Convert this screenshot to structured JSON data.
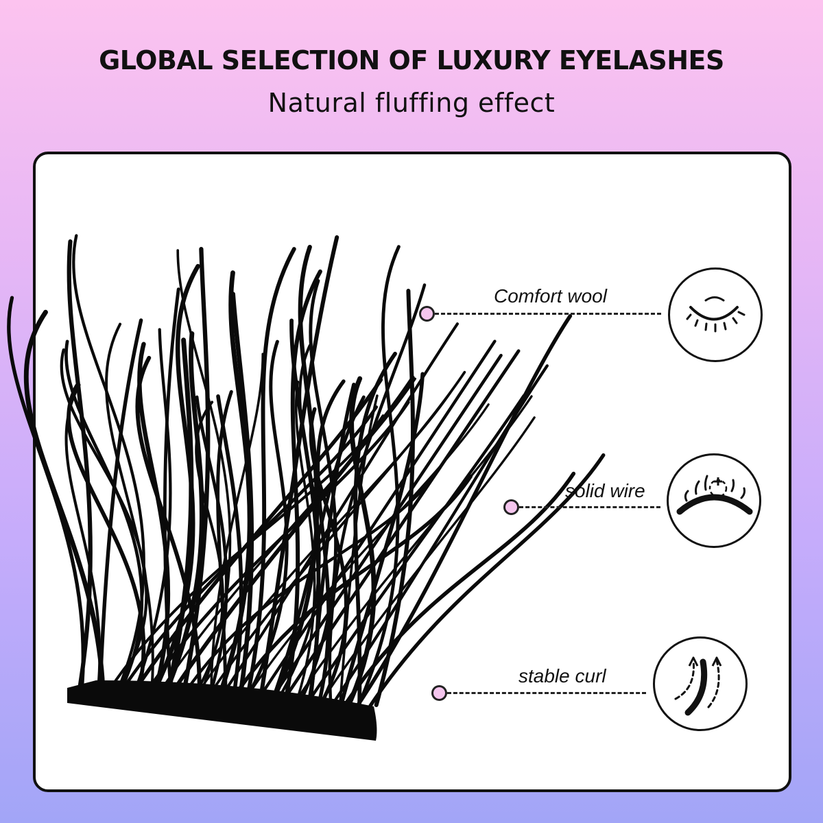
{
  "header": {
    "title": "GLOBAL SELECTION OF LUXURY EYELASHES",
    "subtitle": "Natural fluffing effect"
  },
  "features": [
    {
      "label": "Comfort wool",
      "icon": "closed-eye-icon"
    },
    {
      "label": "solid wire",
      "icon": "lash-band-icon"
    },
    {
      "label": "stable curl",
      "icon": "curl-arrows-icon"
    }
  ],
  "colors": {
    "gradient_top": "#fcc3ef",
    "gradient_bottom": "#a2a5f7",
    "dot_fill": "#f5c6ee",
    "ink": "#111111"
  }
}
